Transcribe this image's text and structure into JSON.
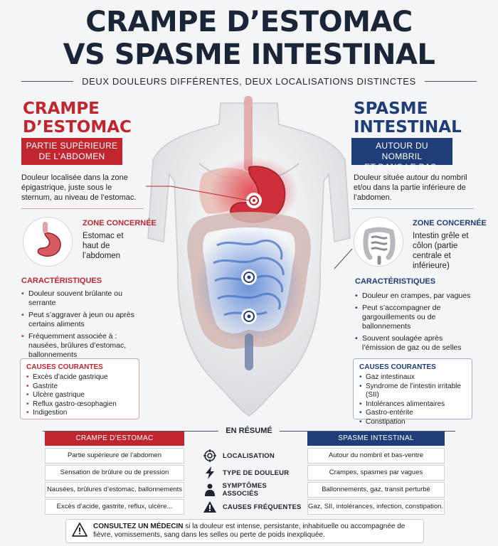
{
  "title": {
    "line1": "CRAMPE D’ESTOMAC",
    "line2": "VS SPASME INTESTINAL",
    "subtitle": "DEUX DOULEURS DIFFÉRENTES, DEUX LOCALISATIONS DISTINCTES"
  },
  "left": {
    "heading_line1": "CRAMPE",
    "heading_line2": "D’ESTOMAC",
    "badge_line1": "PARTIE SUPÉRIEURE",
    "badge_line2": "DE L’ABDOMEN",
    "description": "Douleur localisée dans la zone épigastrique, juste sous le sternum, au niveau de l’estomac.",
    "zone_label": "ZONE CONCERNÉE",
    "zone_text": "Estomac et haut de l’abdomen",
    "characteristics_label": "CARACTÉRISTIQUES",
    "characteristics": [
      "Douleur souvent brûlante ou serrante",
      "Peut s’aggraver à jeun ou après certains aliments",
      "Fréquemment associée à : nausées, brûlures d’estomac, ballonnements"
    ],
    "causes_label": "CAUSES COURANTES",
    "causes": [
      "Excès d’acide gastrique",
      "Gastrite",
      "Ulcère gastrique",
      "Reflux gastro-œsophagien",
      "Indigestion"
    ]
  },
  "right": {
    "heading_line1": "SPASME",
    "heading_line2": "INTESTINAL",
    "badge_line1": "AUTOUR DU NOMBRIL",
    "badge_line2": "ET DANS LE BAS-VENTRE",
    "description": "Douleur située autour du nombril et/ou dans la partie inférieure de l’abdomen.",
    "zone_label": "ZONE CONCERNÉE",
    "zone_text": "Intestin grêle et côlon (partie centrale et inférieure)",
    "characteristics_label": "CARACTÉRISTIQUES",
    "characteristics": [
      "Douleur en crampes, par vagues",
      "Peut s’accompagner de gargouillements ou de ballonnements",
      "Souvent soulagée après l’émission de gaz ou de selles"
    ],
    "causes_label": "CAUSES COURANTES",
    "causes": [
      "Gaz intestinaux",
      "Syndrome de l’intestin irritable (SII)",
      "Intolérances alimentaires",
      "Gastro-entérite",
      "Constipation"
    ]
  },
  "summary": {
    "title": "EN RÉSUMÉ",
    "left_header": "CRAMPE D’ESTOMAC",
    "right_header": "SPASME INTESTINAL",
    "rows": [
      {
        "label": "LOCALISATION",
        "icon": "target-icon",
        "left": "Partie supérieure de l’abdomen",
        "right": "Autour du nombril et bas-ventre"
      },
      {
        "label": "TYPE DE DOULEUR",
        "icon": "lightning-icon",
        "left": "Sensation de brûlure ou de pression",
        "right": "Crampes, spasmes par vagues"
      },
      {
        "label": "SYMPTÔMES ASSOCIÉS",
        "icon": "person-icon",
        "left": "Nausées, brûlures d’estomac, ballonnements",
        "right": "Ballonnements, gaz, transit perturbé"
      },
      {
        "label": "CAUSES FRÉQUENTES",
        "icon": "warning-icon",
        "left": "Excès d’acide, gastrite, reflux, ulcère...",
        "right": "Gaz, SII, intolérances, infection, constipation..."
      }
    ]
  },
  "warning": {
    "bold": "CONSULTEZ UN MÉDECIN",
    "text": " si la douleur est intense, persistante, inhabituelle ou accompagnée de fièvre, vomissements, sang dans les selles ou perte de poids inexpliquée."
  },
  "colors": {
    "red": "#c1262f",
    "blue": "#1f3d78",
    "navy": "#1b2538"
  }
}
